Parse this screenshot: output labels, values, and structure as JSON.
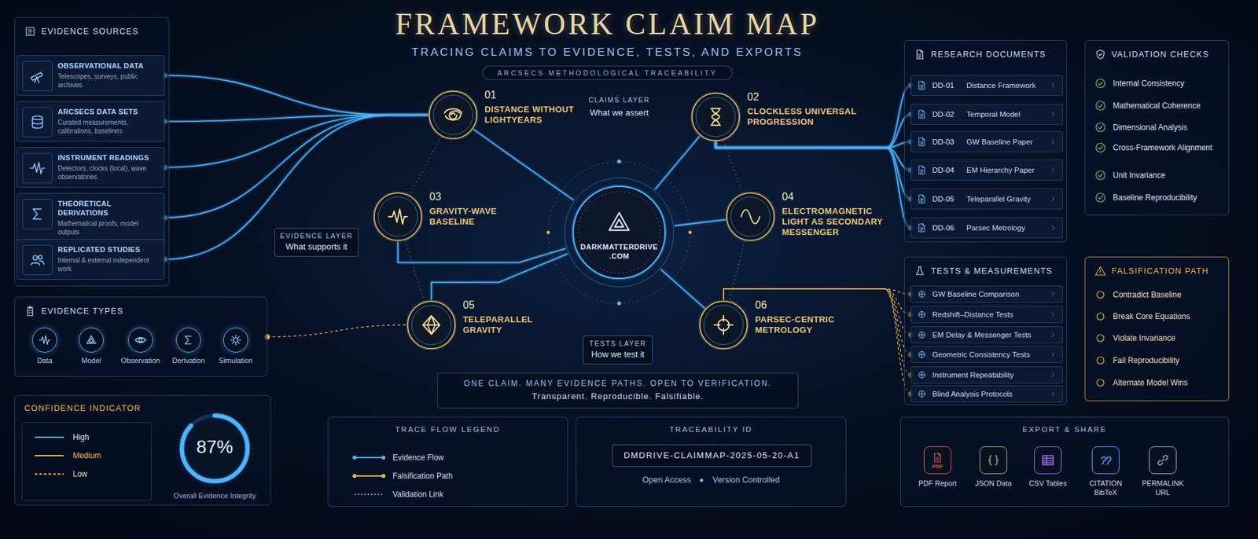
{
  "diagram": {
    "title": "FRAMEWORK CLAIM MAP",
    "nodes": [
      {
        "text": [
          "EVIDENCE SOURCES"
        ]
      },
      {
        "text": [
          "OBSERVATIONAL DATA",
          "Telescopes, surveys, public archives"
        ],
        "in": 0
      },
      {
        "text": [
          "ARCSECS DATA SETS",
          "Curated measurements, calibrations, baselines"
        ],
        "in": 0
      },
      {
        "text": [
          "INSTRUMENT READINGS",
          "Detectors, clocks (local), wave observatories"
        ],
        "in": 0
      },
      {
        "text": [
          "THEORETICAL DERIVATIONS",
          "Mathematical proofs, model outputs"
        ],
        "in": 0
      },
      {
        "text": [
          "REPLICATED STUDIES",
          "Internal & external independent work"
        ],
        "in": 0
      },
      {
        "text": [
          "EVIDENCE TYPES"
        ]
      },
      {
        "text": [
          "Data"
        ],
        "in": 6
      },
      {
        "text": [
          "Model"
        ],
        "in": 6
      },
      {
        "text": [
          "Observation"
        ],
        "in": 6
      },
      {
        "text": [
          "Derivation"
        ],
        "in": 6
      },
      {
        "text": [
          "Simulation"
        ],
        "in": 6
      },
      {
        "text": [
          "CONFIDENCE INDICATOR"
        ]
      },
      {
        "text": [
          "87%",
          "Overall Evidence Integrity"
        ],
        "in": 12
      },
      {
        "text": [
          "01",
          "DISTANCE WITHOUT LIGHTYEARS"
        ]
      },
      {
        "text": [
          "02",
          "CLOCKLESS UNIVERSAL PROGRESSION"
        ]
      },
      {
        "text": [
          "03",
          "GRAVITY-WAVE BASELINE"
        ]
      },
      {
        "text": [
          "DARKMATTERDRIVE .COM"
        ]
      },
      {
        "text": [
          "04",
          "ELECTROMAGNETIC LIGHT AS SECONDARY MESSENGER"
        ]
      },
      {
        "text": [
          "05",
          "TELEPARALLEL GRAVITY"
        ]
      },
      {
        "text": [
          "06",
          "PARSEC-CENTRIC METROLOGY"
        ]
      },
      {
        "text": [
          "EVIDENCE LAYER",
          "What supports it"
        ]
      },
      {
        "text": [
          "TESTS LAYER",
          "How we test it"
        ]
      },
      {
        "text": [
          "ONE CLAIM. MANY EVIDENCE PATHS. OPEN TO VERIFICATION.",
          "Transparent. Reproducible. Falsifiable."
        ]
      },
      {
        "text": [
          "TRACE FLOW LEGEND"
        ]
      },
      {
        "text": [
          "TRACEABILITY ID",
          "Open Access",
          "Version Controlled"
        ]
      },
      {
        "text": [
          "DMDRIVE-CLAIMMAP-2025-05-20-A1"
        ],
        "in": 25
      },
      {
        "text": [
          "RESEARCH DOCUMENTS"
        ]
      },
      {
        "text": [
          "DD-01",
          "Distance Framework"
        ],
        "in": 27
      },
      {
        "text": [
          "DD-02",
          "Temporal Model"
        ],
        "in": 27
      },
      {
        "text": [
          "DD-03",
          "GW Baseline Paper"
        ],
        "in": 27
      },
      {
        "text": [
          "DD-04",
          "EM Hierarchy Paper"
        ],
        "in": 27
      },
      {
        "text": [
          "DD-05",
          "Teleparallel Gravity"
        ],
        "in": 27
      },
      {
        "text": [
          "DD-06",
          "Parsec Metrology"
        ],
        "in": 27
      },
      {
        "text": [
          "VALIDATION CHECKS"
        ]
      },
      {
        "text": [
          "Internal Consistency"
        ],
        "in": 34
      },
      {
        "text": [
          "Mathematical Coherence"
        ],
        "in": 34
      },
      {
        "text": [
          "Dimensional Analysis"
        ],
        "in": 34
      },
      {
        "text": [
          "Cross-Framework Alignment"
        ],
        "in": 34
      },
      {
        "text": [
          "Unit Invariance"
        ],
        "in": 34
      },
      {
        "text": [
          "Baseline Reproducibility"
        ],
        "in": 34
      },
      {
        "text": [
          "TESTS & MEASUREMENTS"
        ]
      },
      {
        "text": [
          "GW Baseline Comparison"
        ],
        "in": 41
      },
      {
        "text": [
          "Redshift–Distance Tests"
        ],
        "in": 41
      },
      {
        "text": [
          "EM Delay & Messenger Tests"
        ],
        "in": 41
      },
      {
        "text": [
          "Geometric Consistency Tests"
        ],
        "in": 41
      },
      {
        "text": [
          "Instrument Repeatability"
        ],
        "in": 41
      },
      {
        "text": [
          "Blind Analysis Protocols"
        ],
        "in": 41
      },
      {
        "text": [
          "FALSIFICATION PATH"
        ]
      },
      {
        "text": [
          "Contradict Baseline"
        ],
        "in": 48
      },
      {
        "text": [
          "Break Core Equations"
        ],
        "in": 48
      },
      {
        "text": [
          "Violate Invariance"
        ],
        "in": 48
      },
      {
        "text": [
          "Fail Reproducibility"
        ],
        "in": 48
      },
      {
        "text": [
          "Alternate Model Wins"
        ],
        "in": 48
      },
      {
        "text": [
          "EXPORT & SHARE"
        ]
      },
      {
        "text": [
          "PDF",
          "PDF Report"
        ],
        "in": 54
      },
      {
        "text": [
          "JSON Data"
        ],
        "in": 54
      },
      {
        "text": [
          "CSV Tables"
        ],
        "in": 54
      },
      {
        "text": [
          "CITATION BibTeX"
        ],
        "in": 54
      },
      {
        "text": [
          "PERMALINK URL"
        ],
        "in": 54
      }
    ],
    "edges": [
      {
        "from": 1,
        "to": 14,
        "arrow": "none"
      },
      {
        "from": 2,
        "to": 14,
        "arrow": "none"
      },
      {
        "from": 3,
        "to": 14,
        "arrow": "none"
      },
      {
        "from": 4,
        "to": 14,
        "arrow": "none"
      },
      {
        "from": 5,
        "to": 14,
        "arrow": "none"
      },
      {
        "from": 6,
        "to": 19,
        "arrow": "none"
      },
      {
        "from": 17,
        "to": 14,
        "arrow": "none"
      },
      {
        "from": 17,
        "to": 15,
        "arrow": "none"
      },
      {
        "from": 17,
        "to": 16,
        "arrow": "none"
      },
      {
        "from": 17,
        "to": 18,
        "arrow": "none"
      },
      {
        "from": 17,
        "to": 19,
        "arrow": "none"
      },
      {
        "from": 17,
        "to": 20,
        "arrow": "none"
      },
      {
        "from": 28,
        "to": 15,
        "arrow": "none"
      },
      {
        "from": 29,
        "to": 15,
        "arrow": "none"
      },
      {
        "from": 30,
        "to": 15,
        "arrow": "none"
      },
      {
        "from": 31,
        "to": 15,
        "arrow": "none"
      },
      {
        "from": 32,
        "to": 15,
        "arrow": "none"
      },
      {
        "from": 33,
        "to": 15,
        "arrow": "none"
      },
      {
        "from": 42,
        "to": 20,
        "arrow": "none"
      },
      {
        "from": 43,
        "to": 20,
        "arrow": "none"
      },
      {
        "from": 44,
        "to": 20,
        "arrow": "none"
      },
      {
        "from": 45,
        "to": 20,
        "arrow": "none"
      },
      {
        "from": 46,
        "to": 20,
        "arrow": "none"
      },
      {
        "from": 47,
        "to": 20,
        "arrow": "none"
      }
    ],
    "labels": [
      "TRACING CLAIMS TO EVIDENCE, TESTS, AND EXPORTS",
      "ARCSECS METHODOLOGICAL TRACEABILITY",
      "CLAIMS LAYER",
      "What we assert"
    ],
    "legend": [
      {
        "text": "High"
      },
      {
        "text": "Medium"
      },
      {
        "text": "Low"
      },
      {
        "text": "Evidence Flow"
      },
      {
        "text": "Falsification Path"
      },
      {
        "text": "Validation Link"
      }
    ]
  }
}
